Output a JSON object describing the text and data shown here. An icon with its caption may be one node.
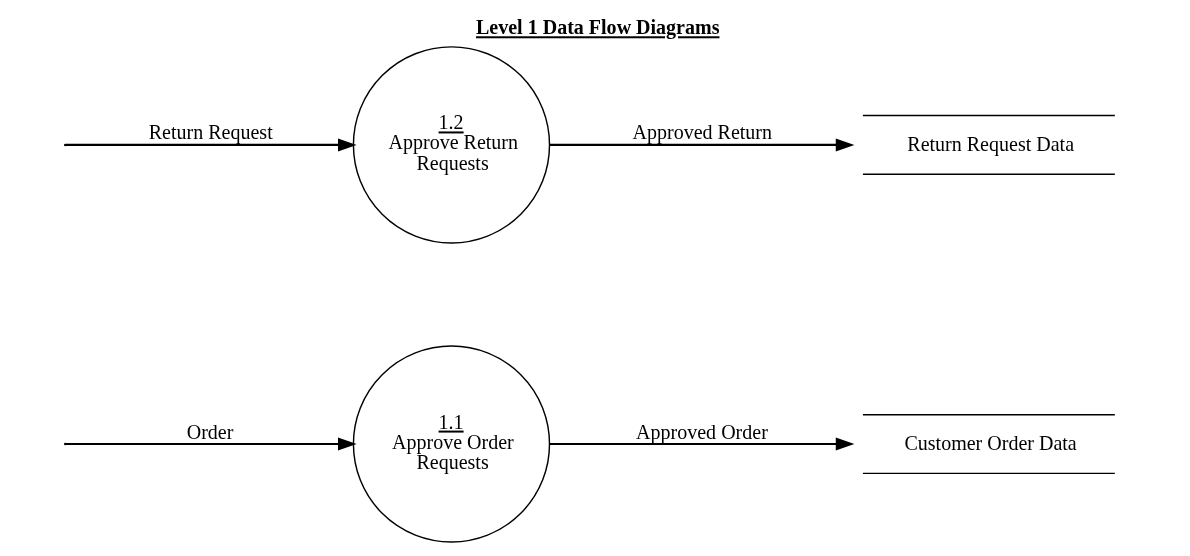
{
  "diagram": {
    "title": "Level 1 Data Flow Diagrams",
    "nodes": [
      {
        "text": [
          "1.1",
          "Approve Order Requests"
        ]
      },
      {
        "text": [
          "Customer Order Data"
        ]
      },
      {
        "text": [
          "1.2",
          "Approve Return Requests"
        ]
      },
      {
        "text": [
          "Return Request Data"
        ]
      }
    ],
    "edges": [
      {
        "from": null,
        "to": 0,
        "arrow": "to",
        "label": "Order"
      },
      {
        "from": 0,
        "to": 1,
        "arrow": "to",
        "label": "Approved Order"
      },
      {
        "from": null,
        "to": 2,
        "arrow": "to",
        "label": "Return Request"
      },
      {
        "from": 2,
        "to": 3,
        "arrow": "to",
        "label": "Approved Return"
      }
    ]
  }
}
